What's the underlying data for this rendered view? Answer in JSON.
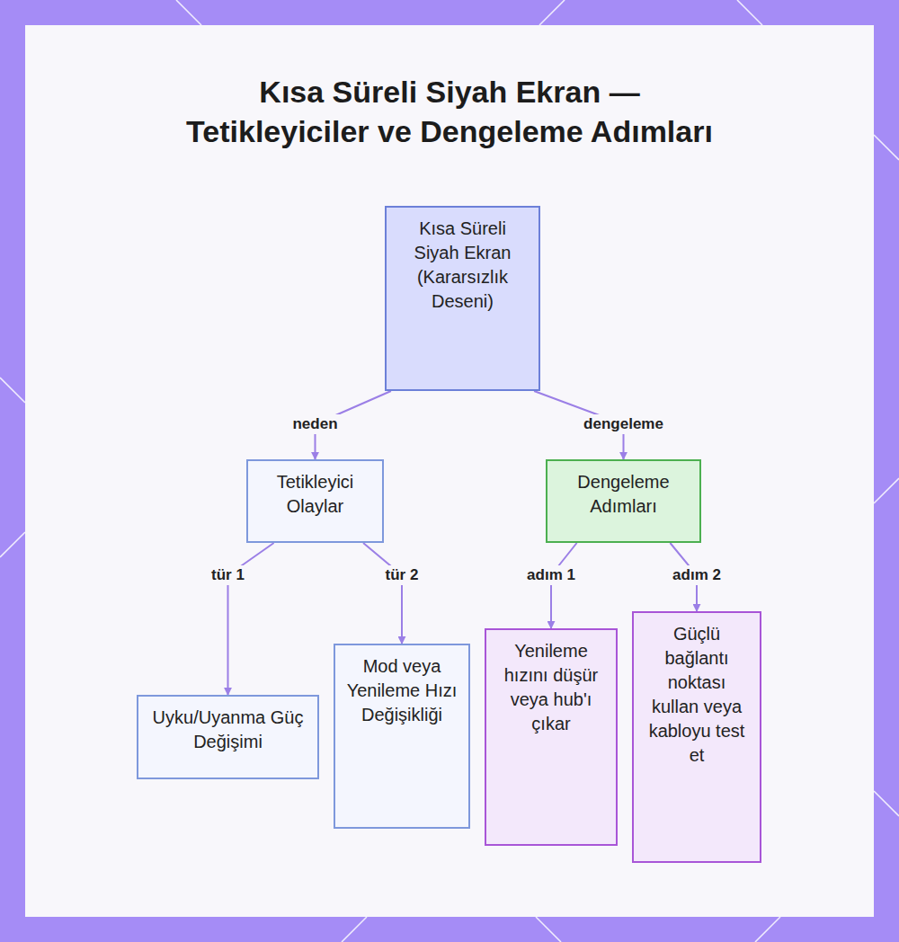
{
  "diagram": {
    "title": "Kısa Süreli Siyah Ekran — Tetikleyiciler ve Dengeleme Adımları",
    "nodes": [
      {
        "text": [
          "Kısa Süreli Siyah Ekran (Kararsızlık Deseni)"
        ]
      },
      {
        "text": [
          "Tetikleyici Olaylar"
        ]
      },
      {
        "text": [
          "Dengeleme Adımları"
        ]
      },
      {
        "text": [
          "Uyku/Uyanma Güç Değişimi"
        ]
      },
      {
        "text": [
          "Mod veya Yenileme Hızı Değişikliği"
        ]
      },
      {
        "text": [
          "Yenileme hızını düşür veya hub'ı çıkar"
        ]
      },
      {
        "text": [
          "Güçlü bağlantı noktası kullan veya kabloyu test et"
        ]
      }
    ],
    "edges": [
      {
        "from": 0,
        "to": 1,
        "label": "neden",
        "arrow": "to"
      },
      {
        "from": 0,
        "to": 2,
        "label": "dengeleme",
        "arrow": "to"
      },
      {
        "from": 1,
        "to": 3,
        "label": "tür 1",
        "arrow": "to"
      },
      {
        "from": 1,
        "to": 4,
        "label": "tür 2",
        "arrow": "to"
      },
      {
        "from": 2,
        "to": 5,
        "label": "adım 1",
        "arrow": "to"
      },
      {
        "from": 2,
        "to": 6,
        "label": "adım 2",
        "arrow": "to"
      }
    ]
  }
}
